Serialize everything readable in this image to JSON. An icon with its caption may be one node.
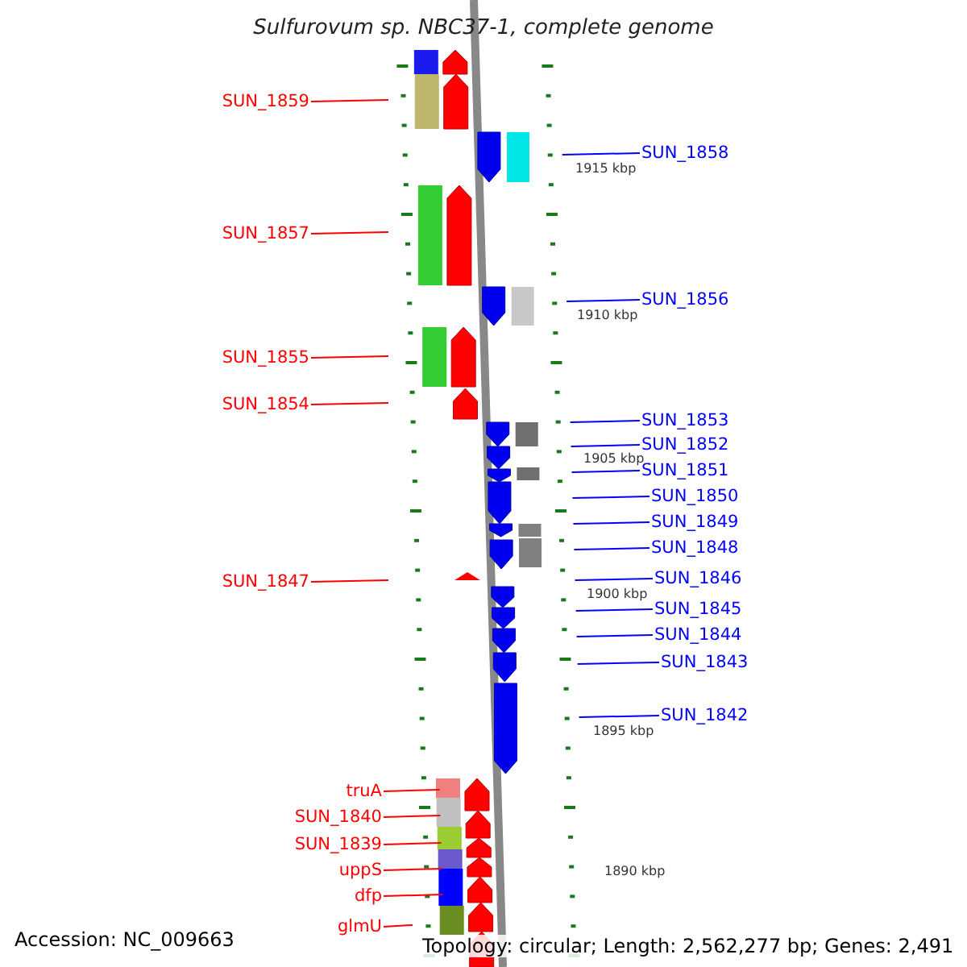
{
  "diagram": {
    "title": "Sulfurovum sp. NBC37-1, complete genome",
    "nodes": [
      {
        "text": [
          "SUN_1859"
        ]
      },
      {
        "text": [
          "SUN_1858"
        ]
      },
      {
        "text": [
          "SUN_1857"
        ]
      },
      {
        "text": [
          "SUN_1856"
        ]
      },
      {
        "text": [
          "SUN_1855"
        ]
      },
      {
        "text": [
          "SUN_1854"
        ]
      },
      {
        "text": [
          "SUN_1853"
        ]
      },
      {
        "text": [
          "SUN_1852"
        ]
      },
      {
        "text": [
          "SUN_1851"
        ]
      },
      {
        "text": [
          "SUN_1850"
        ]
      },
      {
        "text": [
          "SUN_1849"
        ]
      },
      {
        "text": [
          "SUN_1848"
        ]
      },
      {
        "text": [
          "SUN_1846"
        ]
      },
      {
        "text": [
          "SUN_1847"
        ]
      },
      {
        "text": [
          "SUN_1845"
        ]
      },
      {
        "text": [
          "SUN_1844"
        ]
      },
      {
        "text": [
          "SUN_1843"
        ]
      },
      {
        "text": [
          "SUN_1842"
        ]
      },
      {
        "text": [
          "truA"
        ]
      },
      {
        "text": [
          "SUN_1840"
        ]
      },
      {
        "text": [
          "SUN_1839"
        ]
      },
      {
        "text": [
          "uppS"
        ]
      },
      {
        "text": [
          "dfp"
        ]
      },
      {
        "text": [
          "glmU"
        ]
      }
    ],
    "edges": [
      {
        "from": 0,
        "to": null,
        "arrow": "none",
        "color": "#ff0000"
      },
      {
        "from": 1,
        "to": null,
        "arrow": "none"
      },
      {
        "from": 2,
        "to": null,
        "arrow": "none",
        "color": "#ff0000"
      },
      {
        "from": 3,
        "to": null,
        "arrow": "none"
      },
      {
        "from": 4,
        "to": null,
        "arrow": "none",
        "color": "#ff0000"
      },
      {
        "from": 5,
        "to": null,
        "arrow": "none",
        "color": "#ff0000"
      },
      {
        "from": 6,
        "to": null,
        "arrow": "none"
      },
      {
        "from": 7,
        "to": null,
        "arrow": "none"
      },
      {
        "from": 8,
        "to": null,
        "arrow": "none"
      },
      {
        "from": 9,
        "to": null,
        "arrow": "none"
      },
      {
        "from": 10,
        "to": null,
        "arrow": "none"
      },
      {
        "from": 11,
        "to": null,
        "arrow": "none"
      },
      {
        "from": 12,
        "to": null,
        "arrow": "none"
      },
      {
        "from": 13,
        "to": null,
        "arrow": "none",
        "color": "#ff0000"
      },
      {
        "from": 14,
        "to": null,
        "arrow": "none"
      },
      {
        "from": 15,
        "to": null,
        "arrow": "none"
      },
      {
        "from": 16,
        "to": null,
        "arrow": "none"
      },
      {
        "from": 17,
        "to": null,
        "arrow": "none"
      },
      {
        "from": 18,
        "to": null,
        "arrow": "none",
        "color": "#ff0000"
      },
      {
        "from": 19,
        "to": null,
        "arrow": "none",
        "color": "#ff0000"
      },
      {
        "from": 20,
        "to": null,
        "arrow": "none",
        "color": "#ff0000"
      },
      {
        "from": 21,
        "to": null,
        "arrow": "none",
        "color": "#ff0000"
      },
      {
        "from": 22,
        "to": null,
        "arrow": "none",
        "color": "#ff0000"
      },
      {
        "from": 23,
        "to": null,
        "arrow": "none",
        "color": "#ff0000"
      }
    ],
    "labels": [
      "1915 kbp",
      "1910 kbp",
      "1905 kbp",
      "1900 kbp",
      "1895 kbp",
      "1890 kbp",
      "Accession: NC_009663",
      "Topology: circular; Length: 2,562,277 bp; Genes: 2,491"
    ]
  }
}
